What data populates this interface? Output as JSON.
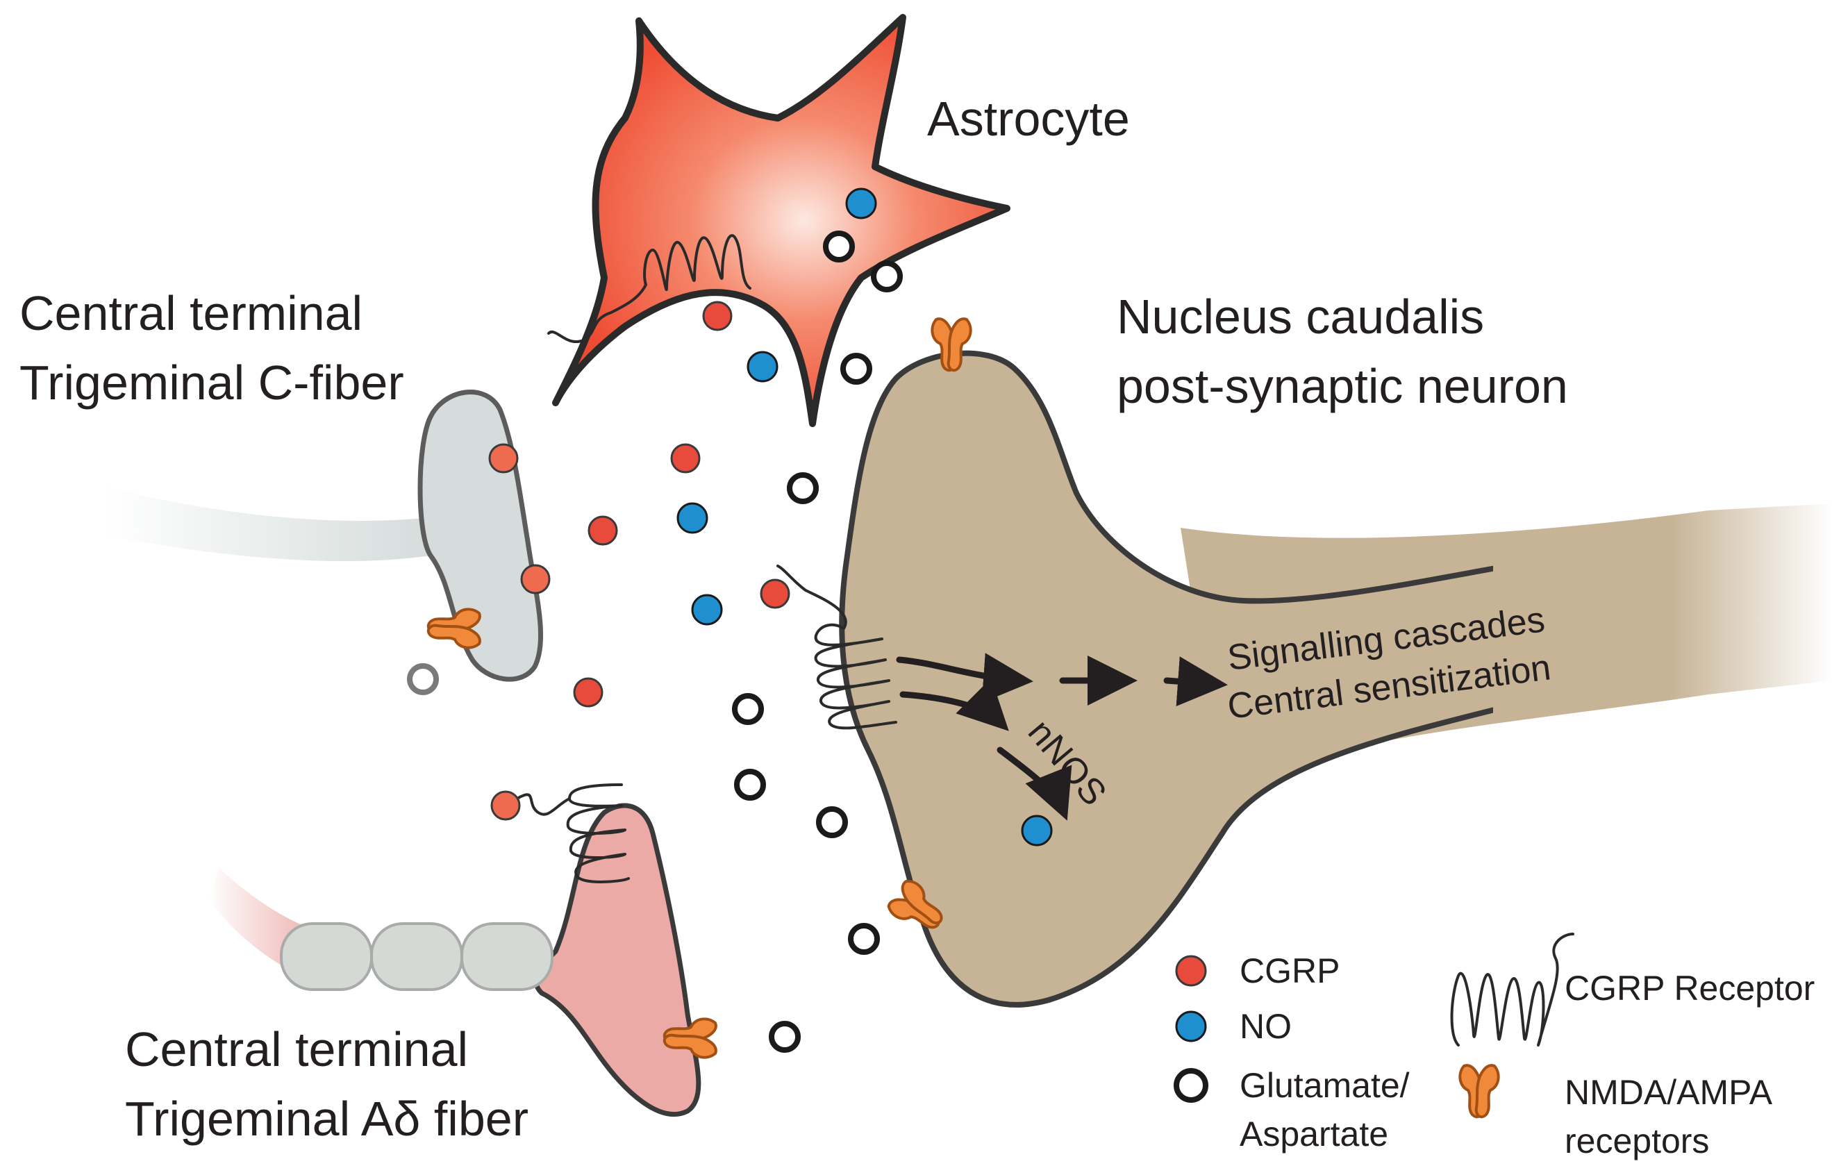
{
  "labels": {
    "astrocyte": "Astrocyte",
    "c_fiber_line1": "Central terminal",
    "c_fiber_line2": "Trigeminal C-fiber",
    "ad_fiber_line1": "Central terminal",
    "ad_fiber_line2": "Trigeminal Aδ fiber",
    "nucleus_line1": "Nucleus caudalis",
    "nucleus_line2": "post-synaptic neuron",
    "cascade_line1": "Signalling cascades",
    "cascade_line2": "Central sensitization",
    "nnos": "nNOS"
  },
  "legend": {
    "cgrp": "CGRP",
    "no": "NO",
    "glutamate_line1": "Glutamate/",
    "glutamate_line2": "Aspartate",
    "cgrp_receptor": "CGRP Receptor",
    "nmda_line1": "NMDA/AMPA",
    "nmda_line2": "receptors"
  },
  "colors": {
    "cgrp": "#e84b3c",
    "no": "#1f8fcf",
    "glutamate": "#ffffff",
    "nmda_receptor": "#f08a3a",
    "astrocyte": "#f05a3f",
    "c_fiber": "#d5dcdb",
    "ad_fiber": "#ecaaa6",
    "post_synaptic_neuron": "#c7b396"
  }
}
